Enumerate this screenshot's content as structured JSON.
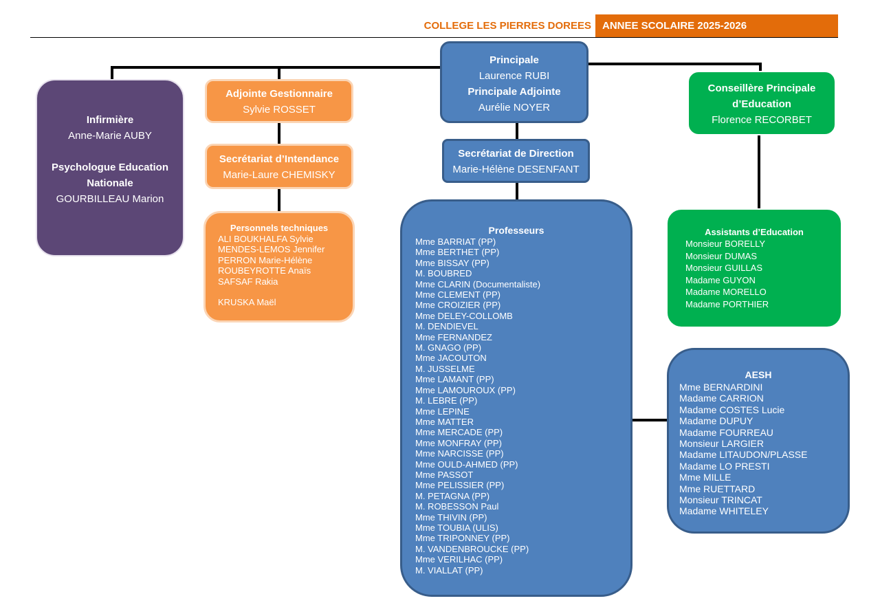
{
  "header": {
    "college": "COLLEGE LES PIERRES DOREES",
    "year": "ANNEE SCOLAIRE 2025-2026"
  },
  "direction": {
    "title1": "Principale",
    "name1": "Laurence RUBI",
    "title2": "Principale Adjointe",
    "name2": "Aurélie NOYER"
  },
  "infirmiere": {
    "title": "Infirmière",
    "name": "Anne-Marie AUBY",
    "title2_line1": "Psychologue Education",
    "title2_line2": "Nationale",
    "name2": "GOURBILLEAU Marion"
  },
  "gestionnaire": {
    "title": "Adjointe Gestionnaire",
    "name": "Sylvie ROSSET"
  },
  "intendance": {
    "title": "Secrétariat d’Intendance",
    "name": "Marie-Laure CHEMISKY"
  },
  "techniques": {
    "title": "Personnels techniques",
    "members": [
      "ALI BOUKHALFA Sylvie",
      "MENDES-LEMOS Jennifer",
      "PERRON Marie-Hélène",
      "ROUBEYROTTE Anaïs",
      "SAFSAF Rakia"
    ],
    "extra": "KRUSKA Maël"
  },
  "secretariat_direction": {
    "title": "Secrétariat de Direction",
    "name": "Marie-Hélène DESENFANT"
  },
  "cpe": {
    "title_line1": "Conseillère Principale",
    "title_line2": "d’Education",
    "name": "Florence RECORBET"
  },
  "professeurs": {
    "title": "Professeurs",
    "members": [
      "Mme BARRIAT (PP)",
      "Mme BERTHET (PP)",
      "Mme BISSAY (PP)",
      "M. BOUBRED",
      "Mme CLARIN (Documentaliste)",
      "Mme CLEMENT (PP)",
      "Mme CROIZIER (PP)",
      "Mme DELEY-COLLOMB",
      "M. DENDIEVEL",
      "Mme FERNANDEZ",
      "M. GNAGO (PP)",
      "Mme JACOUTON",
      "M. JUSSELME",
      "Mme LAMANT (PP)",
      "Mme LAMOUROUX (PP)",
      "M. LEBRE (PP)",
      "Mme LEPINE",
      "Mme MATTER",
      "Mme MERCADE (PP)",
      "Mme MONFRAY (PP)",
      "Mme NARCISSE (PP)",
      "Mme OULD-AHMED (PP)",
      "Mme PASSOT",
      "Mme PELISSIER (PP)",
      "M. PETAGNA (PP)",
      "M. ROBESSON Paul",
      "Mme THIVIN (PP)",
      "Mme TOUBIA (ULIS)",
      "Mme TRIPONNEY (PP)",
      "M. VANDENBROUCKE (PP)",
      "Mme VERILHAC (PP)",
      "M. VIALLAT (PP)"
    ]
  },
  "assistants": {
    "title": "Assistants d’Education",
    "members": [
      "Monsieur BORELLY",
      "Monsieur DUMAS",
      "Monsieur GUILLAS",
      "Madame GUYON",
      "Madame MORELLO",
      "Madame PORTHIER"
    ]
  },
  "aesh": {
    "title": "AESH",
    "members": [
      "Mme BERNARDINI",
      "Madame CARRION",
      "Madame COSTES Lucie",
      "Madame DUPUY",
      "Madame FOURREAU",
      "Monsieur LARGIER",
      "Madame LITAUDON/PLASSE",
      "Madame LO PRESTI",
      "Mme MILLE",
      "Mme RUETTARD",
      "Monsieur TRINCAT",
      "Madame WHITELEY"
    ]
  }
}
